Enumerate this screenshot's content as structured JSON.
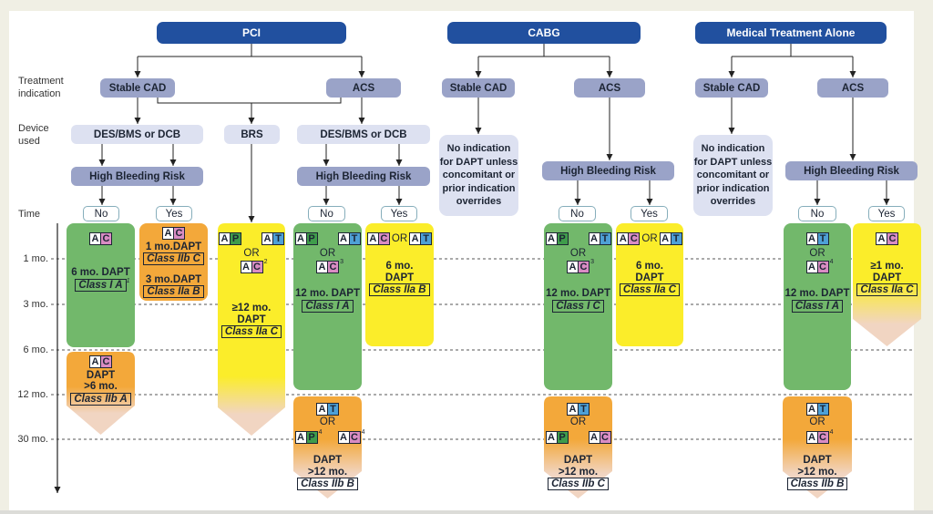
{
  "colors": {
    "header": "#21509f",
    "indication": "#9aa3c8",
    "device": "#dde1f1",
    "standard_dapt": "#72b86b",
    "shortened_dapt": "#fbed2a",
    "extended_dapt": "#f3a83a",
    "fade": "#f1d5c2"
  },
  "drug_colors": {
    "A": "#ffffff",
    "C": "#d98cc3",
    "P": "#3f9c4b",
    "T": "#4ea0d6"
  },
  "row_labels": {
    "treatment_indication": [
      "Treatment",
      "indication"
    ],
    "device_used": [
      "Device",
      "used"
    ],
    "time": "Time"
  },
  "time_ticks": [
    "1 mo.",
    "3 mo.",
    "6 mo.",
    "12 mo.",
    "30 mo."
  ],
  "pci": {
    "title": "PCI",
    "stable": {
      "indication": "Stable CAD",
      "device": "DES/BMS or DCB",
      "risk": "High Bleeding Risk",
      "no": {
        "label": "No",
        "badge": [
          "A",
          "C"
        ],
        "regimen": "6 mo. DAPT",
        "class": "Class I A",
        "class_note": "1"
      },
      "yes": {
        "label": "Yes",
        "badge": [
          "A",
          "C"
        ],
        "options": [
          {
            "regimen": "1 mo.DAPT",
            "class": "Class IIb C"
          },
          {
            "regimen": "3 mo.DAPT",
            "class": "Class IIa B"
          }
        ]
      },
      "extended": {
        "badge": [
          "A",
          "C"
        ],
        "regimen": [
          "DAPT",
          ">6 mo."
        ],
        "class": "Class IIb A"
      }
    },
    "brs": {
      "device": "BRS",
      "badges": [
        [
          "A",
          "P"
        ],
        [
          "A",
          "T"
        ]
      ],
      "or": "OR",
      "alt_badge": [
        "A",
        "C"
      ],
      "alt_note": "2",
      "regimen": [
        "≥12 mo.",
        "DAPT"
      ],
      "class": "Class IIa C"
    },
    "acs": {
      "indication": "ACS",
      "device": "DES/BMS or DCB",
      "risk": "High Bleeding Risk",
      "no": {
        "label": "No",
        "badges": [
          [
            "A",
            "P"
          ],
          [
            "A",
            "T"
          ]
        ],
        "or": "OR",
        "alt_badge": [
          "A",
          "C"
        ],
        "alt_note": "3",
        "regimen": "12 mo. DAPT",
        "class": "Class I A"
      },
      "yes": {
        "label": "Yes",
        "badges": [
          [
            "A",
            "C"
          ],
          [
            "A",
            "T"
          ]
        ],
        "or": "OR",
        "regimen": [
          "6 mo.",
          "DAPT"
        ],
        "class": "Class IIa B"
      },
      "extended": {
        "badge": [
          "A",
          "T"
        ],
        "or": "OR",
        "alt_badges": [
          [
            "A",
            "P"
          ],
          [
            "A",
            "C"
          ]
        ],
        "alt_notes": [
          "4",
          "4"
        ],
        "regimen": [
          "DAPT",
          ">12 mo."
        ],
        "class": "Class IIb B"
      }
    }
  },
  "cabg": {
    "title": "CABG",
    "stable": {
      "indication": "Stable CAD",
      "note": [
        "No indication",
        "for DAPT unless",
        "concomitant or",
        "prior indication",
        "overrides"
      ]
    },
    "acs": {
      "indication": "ACS",
      "risk": "High Bleeding Risk",
      "no": {
        "label": "No",
        "badges": [
          [
            "A",
            "P"
          ],
          [
            "A",
            "T"
          ]
        ],
        "or": "OR",
        "alt_badge": [
          "A",
          "C"
        ],
        "alt_note": "3",
        "regimen": "12 mo. DAPT",
        "class": "Class I C"
      },
      "yes": {
        "label": "Yes",
        "badges": [
          [
            "A",
            "C"
          ],
          [
            "A",
            "T"
          ]
        ],
        "or": "OR",
        "regimen": [
          "6 mo.",
          "DAPT"
        ],
        "class": "Class IIa C"
      },
      "extended": {
        "badge": [
          "A",
          "T"
        ],
        "or": "OR",
        "alt_badges": [
          [
            "A",
            "P"
          ],
          [
            "A",
            "C"
          ]
        ],
        "regimen": [
          "DAPT",
          ">12 mo."
        ],
        "class": "Class IIb C"
      }
    }
  },
  "medical": {
    "title": "Medical Treatment Alone",
    "stable": {
      "indication": "Stable CAD",
      "note": [
        "No indication",
        "for DAPT unless",
        "concomitant or",
        "prior indication",
        "overrides"
      ]
    },
    "acs": {
      "indication": "ACS",
      "risk": "High Bleeding Risk",
      "no": {
        "label": "No",
        "badge": [
          "A",
          "T"
        ],
        "or": "OR",
        "alt_badge": [
          "A",
          "C"
        ],
        "alt_note": "4",
        "regimen": "12 mo. DAPT",
        "class": "Class I A"
      },
      "yes": {
        "label": "Yes",
        "badge": [
          "A",
          "C"
        ],
        "regimen": [
          "≥1 mo.",
          "DAPT"
        ],
        "class": "Class IIa C"
      },
      "extended": {
        "badge": [
          "A",
          "T"
        ],
        "or": "OR",
        "alt_badge": [
          "A",
          "C"
        ],
        "alt_note": "4",
        "regimen": [
          "DAPT",
          ">12 mo."
        ],
        "class": "Class IIb B"
      }
    }
  }
}
